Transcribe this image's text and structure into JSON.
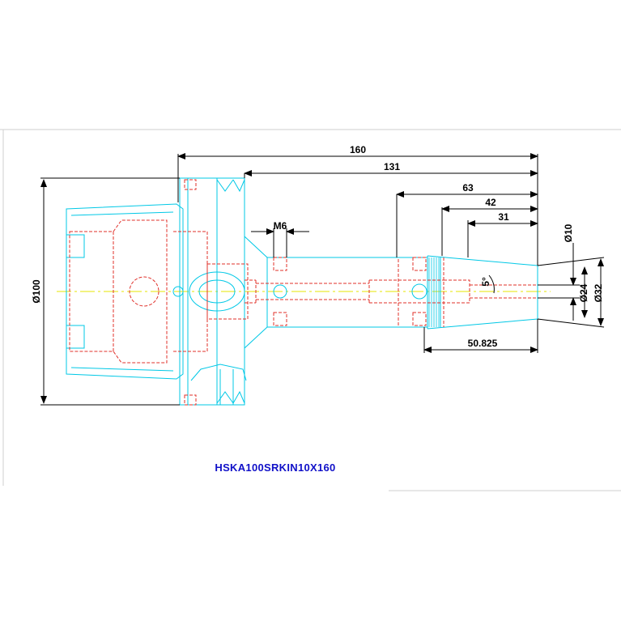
{
  "colors": {
    "outline": "#00c8e6",
    "hidden": "#e0302a",
    "dimension": "#000000",
    "centerline": "#e6e600",
    "caption": "#1010c8"
  },
  "dimensions": {
    "overall_length": "160",
    "length_131": "131",
    "length_63": "63",
    "length_42": "42",
    "length_31": "31",
    "length_50825": "50.825",
    "thread": "M6",
    "angle": "5°",
    "dia_100": "Ø100",
    "dia_10": "Ø10",
    "dia_24": "Ø24",
    "dia_32": "Ø32"
  },
  "caption": "HSKA100SRKIN10X160"
}
